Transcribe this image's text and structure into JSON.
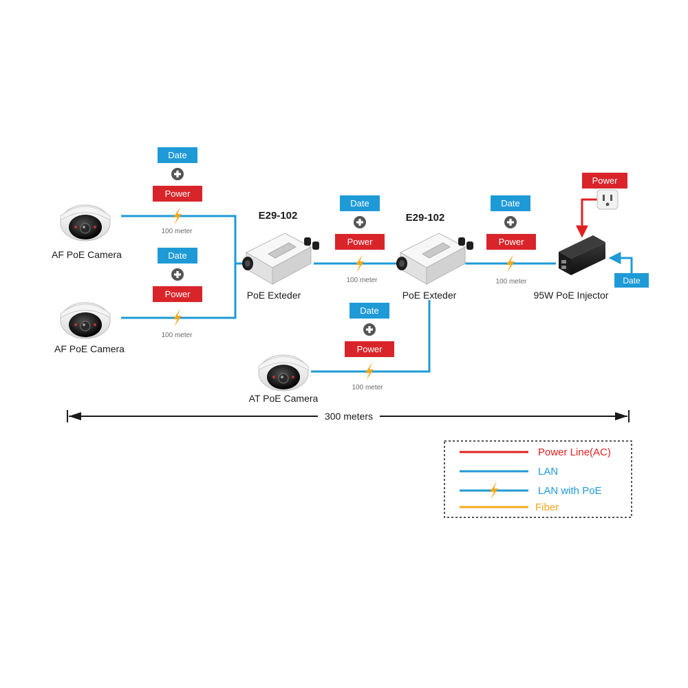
{
  "labels": {
    "date": "Date",
    "power": "Power",
    "distance": "100 meter",
    "total_distance": "300 meters"
  },
  "devices": {
    "cam_af_1": "AF PoE Camera",
    "cam_af_2": "AF PoE Camera",
    "cam_at": "AT PoE Camera",
    "extender_1_model": "E29-102",
    "extender_1_label": "PoE Exteder",
    "extender_2_model": "E29-102",
    "extender_2_label": "PoE Exteder",
    "injector": "95W PoE Injector"
  },
  "legend": {
    "items": [
      {
        "label": "Power Line(AC)",
        "color": "#e02020"
      },
      {
        "label": "LAN",
        "color": "#1e9ad6"
      },
      {
        "label": "LAN with PoE",
        "color": "#1e9ad6"
      },
      {
        "label": "Fiber",
        "color": "#f2a81d"
      }
    ]
  },
  "colors": {
    "lan": "#1e9ad6",
    "power": "#e02020",
    "date_box": "#1e9ad6",
    "power_box": "#d9252a",
    "bolt": "#f2a81d",
    "plus": "#555555"
  },
  "icons": {
    "camera": "dome-camera-icon",
    "extender": "poe-extender-icon",
    "injector": "poe-injector-icon",
    "outlet": "power-outlet-icon",
    "bolt": "lightning-bolt-icon",
    "plus": "plus-circle-icon"
  }
}
